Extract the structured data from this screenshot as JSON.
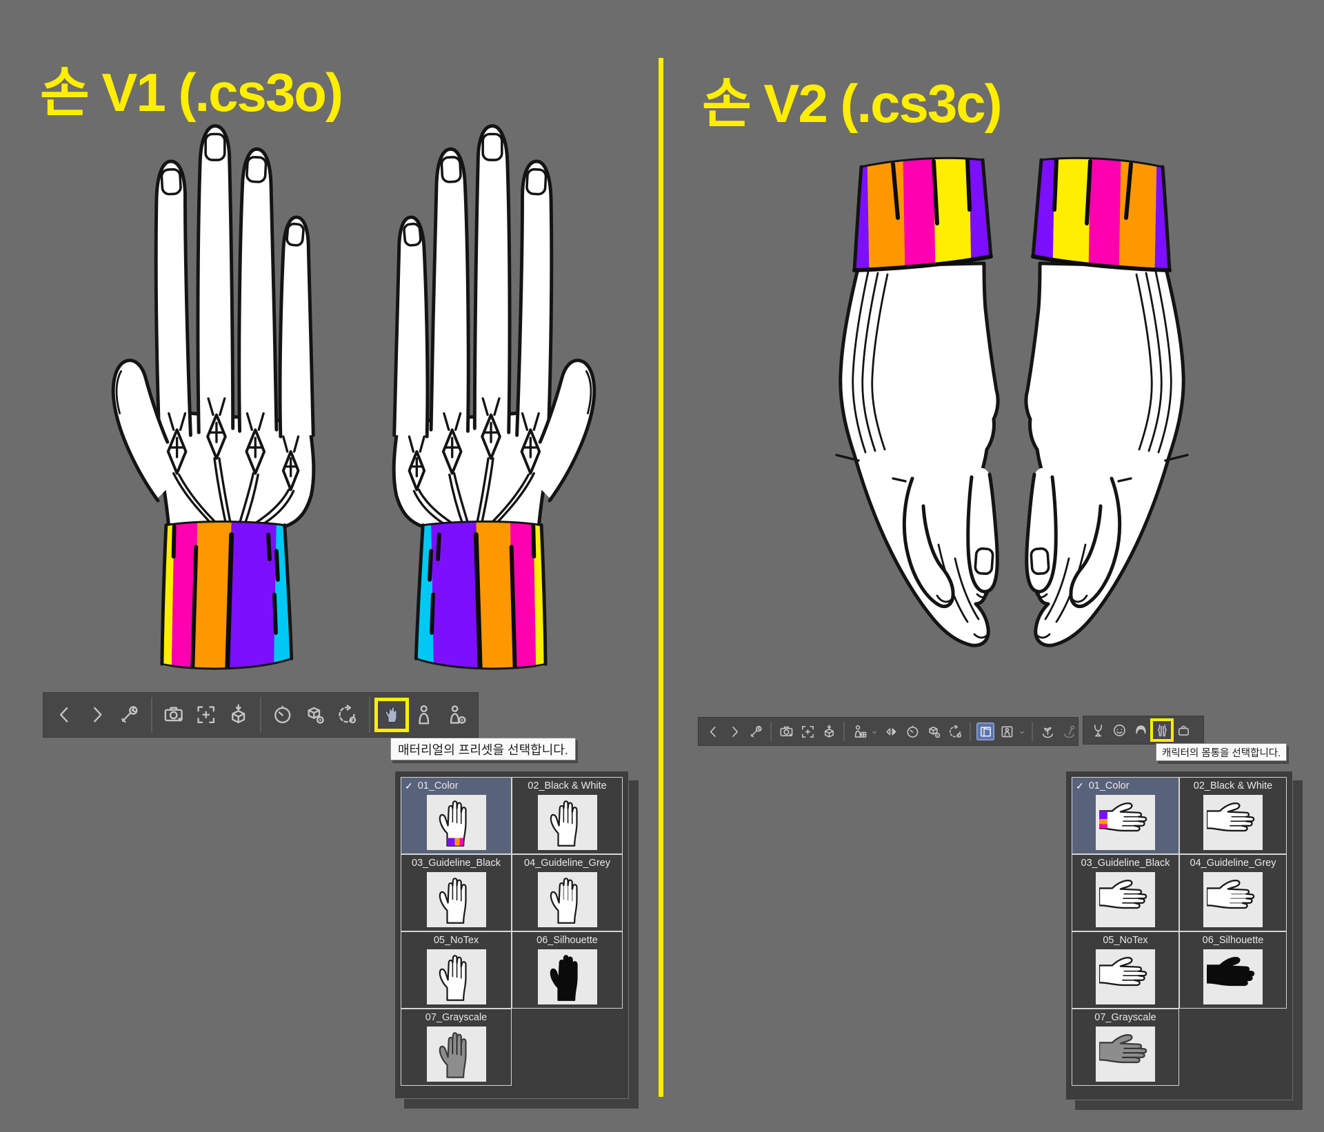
{
  "ui": {
    "background": "#6d6d6d",
    "accent_yellow": "#ffee00",
    "toolbar_bg": "#474747",
    "panel_bg": "#3d3d3d",
    "thumb_bg": "#e9e9e9",
    "selected_cell_bg": "#59627b",
    "active_icon_bg": "#5b74ad",
    "checkmark": "✓"
  },
  "cuff_colors": {
    "yellow": "#ffee00",
    "magenta": "#ff00b0",
    "orange": "#ff9800",
    "purple": "#7d0fff",
    "cyan": "#00c8f5"
  },
  "left": {
    "title": "손 V1 (.cs3o)",
    "tooltip": "매터리얼의 프리셋을 선택합니다.",
    "toolbar": {
      "groups": [
        [
          "chevron-left",
          "chevron-right",
          "wrench"
        ],
        [
          "camera",
          "frame-target",
          "cube-import"
        ],
        [
          "clock",
          "cube-gear",
          "rotate-reset"
        ],
        [
          {
            "name": "hand-material",
            "boxed": true
          },
          "pose-person",
          "person-gear"
        ]
      ]
    },
    "presets": {
      "items": [
        {
          "label": "01_Color",
          "variant": "color",
          "selected": true
        },
        {
          "label": "02_Black & White",
          "variant": "bw"
        },
        {
          "label": "03_Guideline_Black",
          "variant": "guideline-black"
        },
        {
          "label": "04_Guideline_Grey",
          "variant": "guideline-grey"
        },
        {
          "label": "05_NoTex",
          "variant": "notex"
        },
        {
          "label": "06_Silhouette",
          "variant": "silhouette"
        },
        {
          "label": "07_Grayscale",
          "variant": "grayscale"
        }
      ]
    }
  },
  "right": {
    "title": "손 V2 (.cs3c)",
    "tooltip": "캐릭터의 몸통을 선택합니다.",
    "toolbar": {
      "groups": [
        [
          "chevron-left",
          "chevron-right",
          "wrench"
        ],
        [
          "camera",
          "frame-target",
          "cube-import"
        ],
        [
          {
            "name": "person-add",
            "dropdown": true
          },
          "mirror",
          "clock",
          "cube-gear",
          "rotate-reset"
        ],
        [
          {
            "name": "plane-view",
            "active": true
          },
          {
            "name": "person-frame",
            "dropdown": true
          }
        ],
        [
          "sprout-hand",
          {
            "name": "pick-hand",
            "disabled": true
          }
        ]
      ]
    },
    "toolbar2": {
      "groups": [
        [
          "body-stand",
          "face",
          "hair",
          {
            "name": "torso",
            "boxed": true
          },
          "bag"
        ]
      ]
    },
    "presets": {
      "items": [
        {
          "label": "01_Color",
          "variant": "color",
          "selected": true
        },
        {
          "label": "02_Black & White",
          "variant": "bw"
        },
        {
          "label": "03_Guideline_Black",
          "variant": "guideline-black"
        },
        {
          "label": "04_Guideline_Grey",
          "variant": "guideline-grey"
        },
        {
          "label": "05_NoTex",
          "variant": "notex"
        },
        {
          "label": "06_Silhouette",
          "variant": "silhouette"
        },
        {
          "label": "07_Grayscale",
          "variant": "grayscale"
        }
      ]
    }
  }
}
